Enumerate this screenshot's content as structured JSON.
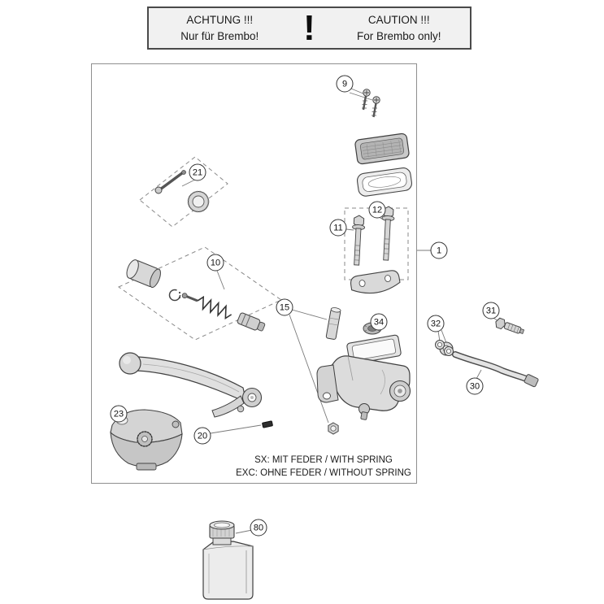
{
  "warning": {
    "left_line1": "ACHTUNG !!!",
    "left_line2": "Nur für Brembo!",
    "exclamation": "!",
    "right_line1": "CAUTION !!!",
    "right_line2": "For Brembo only!"
  },
  "diagram_note": {
    "line1": "SX: MIT FEDER / WITH SPRING",
    "line2": "EXC: OHNE FEDER / WITHOUT SPRING"
  },
  "callouts": [
    {
      "label": "9"
    },
    {
      "label": "21"
    },
    {
      "label": "11"
    },
    {
      "label": "12"
    },
    {
      "label": "10"
    },
    {
      "label": "1"
    },
    {
      "label": "15"
    },
    {
      "label": "34"
    },
    {
      "label": "32"
    },
    {
      "label": "31"
    },
    {
      "label": "30"
    },
    {
      "label": "23"
    },
    {
      "label": "20"
    },
    {
      "label": "80"
    }
  ],
  "colors": {
    "background": "#ffffff",
    "line_art": "#444444",
    "frame_border": "#8f8f8f",
    "warning_bg": "#f1f1f1",
    "warning_border": "#4a4a4a"
  }
}
